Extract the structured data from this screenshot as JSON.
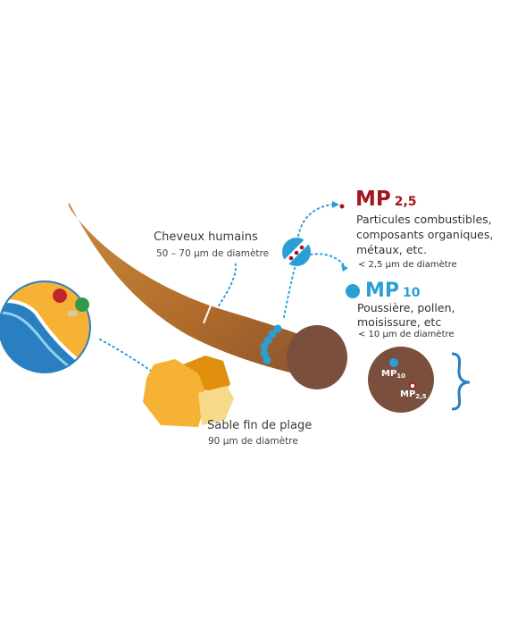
{
  "hair": {
    "title": "Cheveux humains",
    "size": "50 – 70 µm de diamètre"
  },
  "sand": {
    "title": "Sable fin de plage",
    "size": "90 µm de diamètre"
  },
  "pm25": {
    "title": "MP",
    "subscript": "2,5",
    "description_lines": [
      "Particules combustibles,",
      "composants organiques,",
      "métaux, etc."
    ],
    "size": "< 2,5 µm de diamètre",
    "color": "#a3171c"
  },
  "pm10": {
    "title": "MP",
    "subscript": "10",
    "description_lines": [
      "Poussière, pollen,",
      "moisissure, etc"
    ],
    "size": "< 10 µm de diamètre",
    "color": "#2a9fd6"
  },
  "comparison_circle": {
    "pm10_label": "MP",
    "pm10_sub": "10",
    "pm25_label": "MP",
    "pm25_sub": "2,5"
  },
  "colors": {
    "hair": "#b86e2b",
    "hair_end": "#7a4f3d",
    "sand": "#f5b234",
    "sea": "#2a7fc0",
    "dots": "#2a9fd6"
  }
}
